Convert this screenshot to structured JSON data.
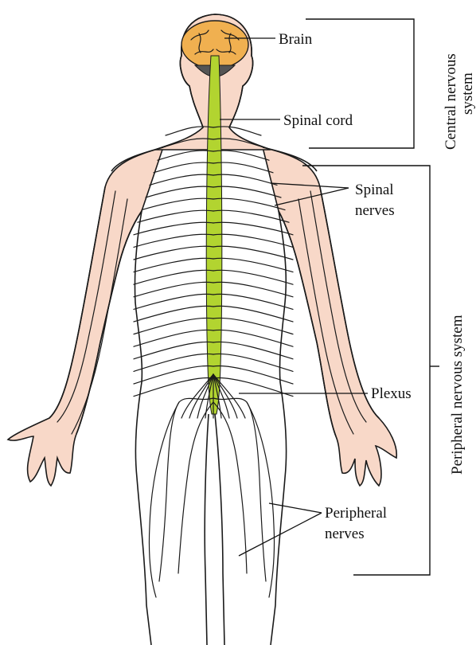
{
  "labels": {
    "brain": "Brain",
    "spinal_cord": "Spinal cord",
    "spinal_nerves_line1": "Spinal",
    "spinal_nerves_line2": "nerves",
    "plexus": "Plexus",
    "peripheral_nerves_line1": "Peripheral",
    "peripheral_nerves_line2": "nerves"
  },
  "brackets": {
    "cns_line1": "Central nervous",
    "cns_line2": "system",
    "pns": "Peripheral nervous system"
  },
  "colors": {
    "skin": "#f8d8c8",
    "brain": "#f0b050",
    "spinal_cord": "#b2d430",
    "outline": "#1a1a1a"
  }
}
